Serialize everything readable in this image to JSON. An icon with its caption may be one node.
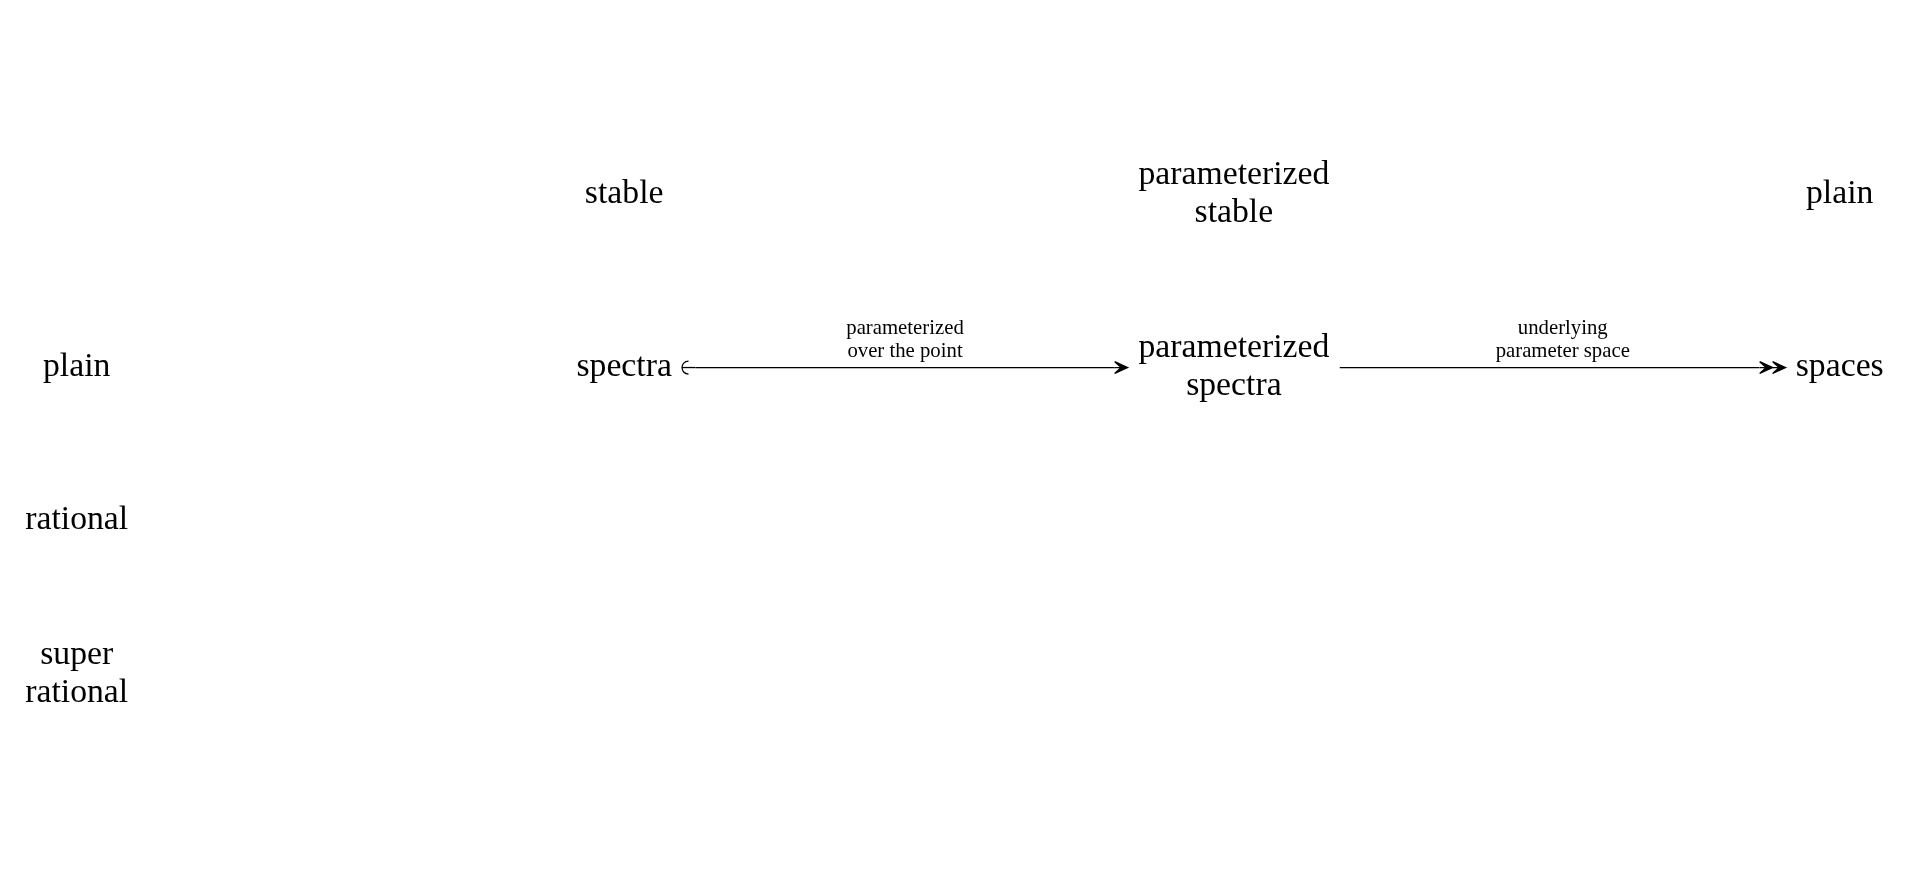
{
  "diagram": {
    "nodes": [
      {
        "text": [
          "spectra"
        ]
      },
      {
        "text": [
          "parameterized spectra"
        ]
      },
      {
        "text": [
          "spaces"
        ]
      }
    ],
    "edges": [
      {
        "from": 0,
        "to": 1,
        "arrow": "to",
        "label": "parameterized over the point"
      },
      {
        "from": 1,
        "to": 2,
        "arrow": "to",
        "label": "underlying parameter space"
      }
    ],
    "labels": [
      "stable",
      "parameterized stable",
      "plain",
      "plain",
      "rational",
      "super rational"
    ]
  }
}
